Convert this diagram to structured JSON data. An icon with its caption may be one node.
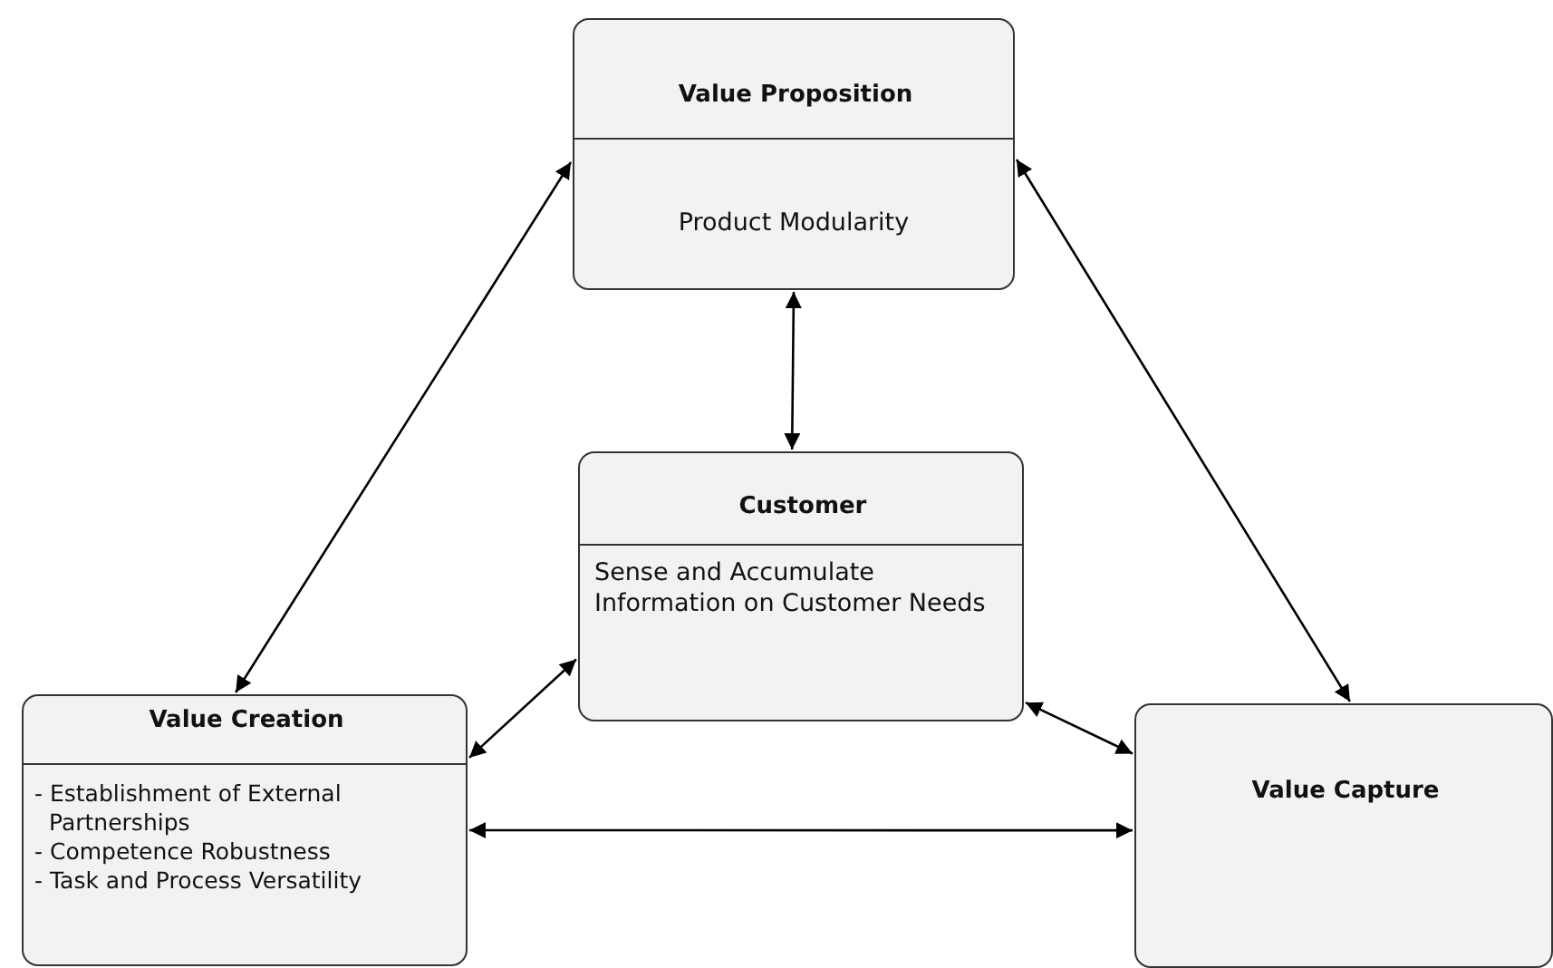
{
  "diagram": {
    "nodes": [
      {
        "text": [
          "Value Proposition",
          "Product Modularity"
        ]
      },
      {
        "text": [
          "Customer",
          "Sense and Accumulate Information on Customer Needs"
        ]
      },
      {
        "text": [
          "Value Creation",
          "- Establishment of External Partnerships",
          "- Competence Robustness",
          "- Task and Process Versatility"
        ]
      },
      {
        "text": [
          "Value Capture"
        ]
      }
    ],
    "edges": [
      {
        "from": 0,
        "to": 1,
        "arrow": "both"
      },
      {
        "from": 0,
        "to": 2,
        "arrow": "both"
      },
      {
        "from": 0,
        "to": 3,
        "arrow": "both"
      },
      {
        "from": 1,
        "to": 2,
        "arrow": "both"
      },
      {
        "from": 1,
        "to": 3,
        "arrow": "both"
      },
      {
        "from": 2,
        "to": 3,
        "arrow": "both"
      }
    ]
  }
}
